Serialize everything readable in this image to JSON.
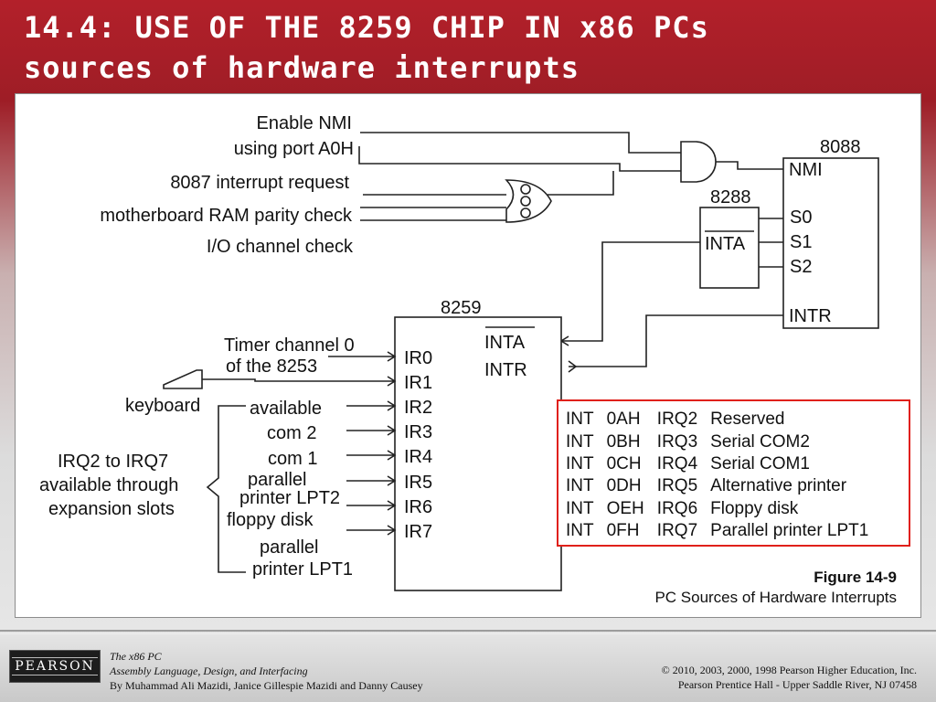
{
  "title": {
    "line1": "14.4: USE OF THE 8259 CHIP IN x86 PCs",
    "line2": "sources of hardware interrupts"
  },
  "diagram": {
    "nmi_inputs": {
      "enable_nmi": "Enable NMI",
      "using_port": "using port A0H",
      "coprocessor": "8087 interrupt request",
      "ram_parity": "motherboard RAM parity check",
      "io_check": "I/O channel check"
    },
    "cpu": {
      "name": "8088",
      "pins": [
        "NMI",
        "S0",
        "S1",
        "S2",
        "INTR"
      ]
    },
    "bus_controller": {
      "name": "8288",
      "pin": "INTA"
    },
    "pic": {
      "name": "8259",
      "ir_pins": [
        "IR0",
        "IR1",
        "IR2",
        "IR3",
        "IR4",
        "IR5",
        "IR6",
        "IR7"
      ],
      "out_pins": [
        "INTA",
        "INTR"
      ]
    },
    "sources": {
      "timer_line1": "Timer channel 0",
      "timer_line2": "of the 8253",
      "keyboard": "keyboard",
      "available": "available",
      "com2": "com 2",
      "com1": "com 1",
      "parallel_a1": "parallel",
      "parallel_a2": "printer LPT2",
      "floppy": "floppy disk",
      "parallel_b1": "parallel",
      "parallel_b2": "printer LPT1"
    },
    "expansion_note": [
      "IRQ2 to IRQ7",
      "available through",
      "expansion slots"
    ]
  },
  "interrupt_table": [
    [
      "INT",
      "0AH",
      "IRQ2",
      "Reserved"
    ],
    [
      "INT",
      "0BH",
      "IRQ3",
      "Serial COM2"
    ],
    [
      "INT",
      "0CH",
      "IRQ4",
      "Serial COM1"
    ],
    [
      "INT",
      "0DH",
      "IRQ5",
      "Alternative printer"
    ],
    [
      "INT",
      "OEH",
      "IRQ6",
      "Floppy disk"
    ],
    [
      "INT",
      "0FH",
      "IRQ7",
      "Parallel printer LPT1"
    ]
  ],
  "caption": {
    "number": "Figure 14-9",
    "text": "PC Sources of Hardware Interrupts"
  },
  "footer": {
    "logo": "PEARSON",
    "book_title": "The x86 PC",
    "book_subtitle": "Assembly Language, Design, and Interfacing",
    "authors": "By Muhammad Ali Mazidi, Janice Gillespie Mazidi and Danny Causey",
    "copyright1": "© 2010, 2003, 2000, 1998 Pearson Higher Education, Inc.",
    "copyright2": "Pearson Prentice Hall - Upper Saddle River, NJ 07458"
  },
  "colors": {
    "title_bg": "#a01e27",
    "table_border": "#e0201a"
  }
}
